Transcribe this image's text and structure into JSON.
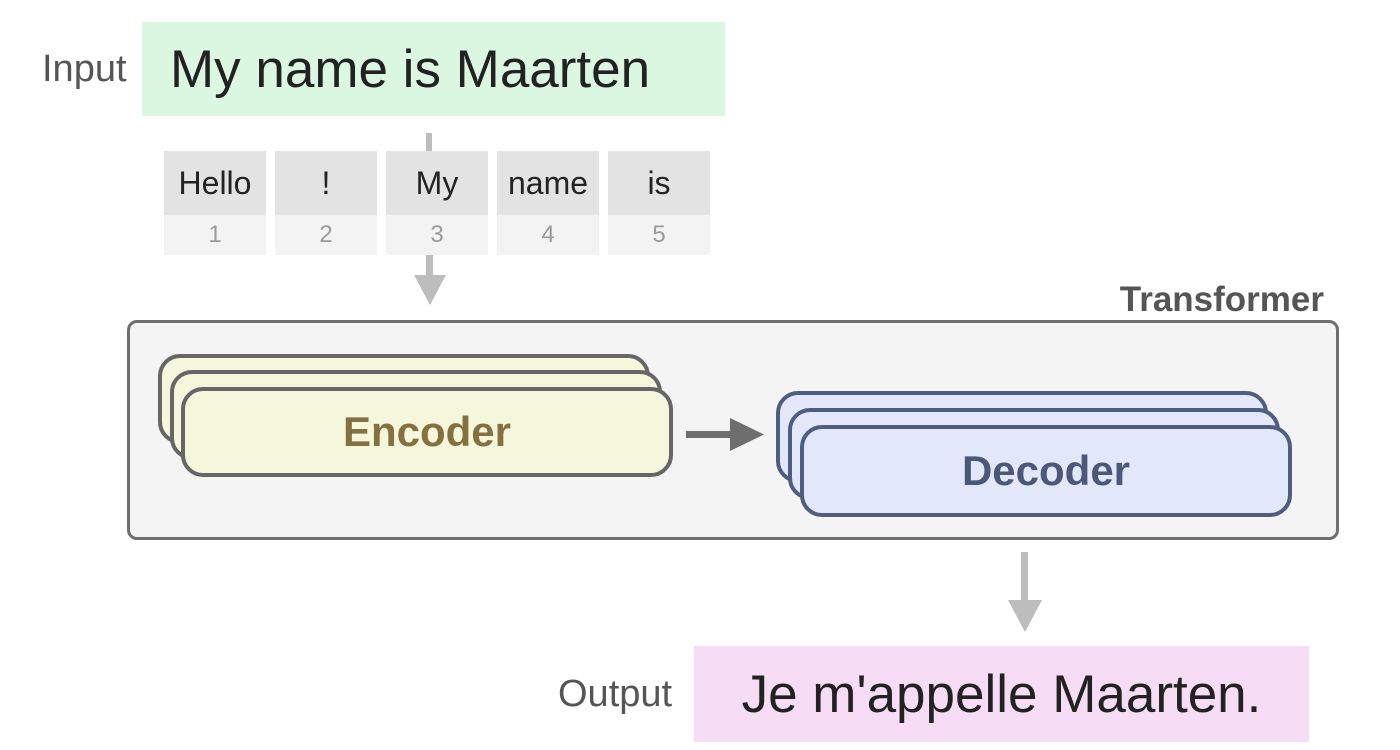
{
  "input": {
    "label": "Input",
    "text": "My name is Maarten"
  },
  "tokens": [
    {
      "text": "Hello",
      "id": "1"
    },
    {
      "text": "!",
      "id": "2"
    },
    {
      "text": "My",
      "id": "3"
    },
    {
      "text": "name",
      "id": "4"
    },
    {
      "text": "is",
      "id": "5"
    }
  ],
  "transformer": {
    "label": "Transformer",
    "encoder_label": "Encoder",
    "decoder_label": "Decoder"
  },
  "output": {
    "label": "Output",
    "text": "Je m'appelle Maarten."
  },
  "colors": {
    "input_bg": "#dcf7e1",
    "output_bg": "#f7dcf5",
    "encoder_fill": "#f4f7dc",
    "encoder_text": "#857140",
    "decoder_fill": "#e2e8fa",
    "decoder_text": "#4b5877",
    "arrow": "#bdbdbd"
  }
}
